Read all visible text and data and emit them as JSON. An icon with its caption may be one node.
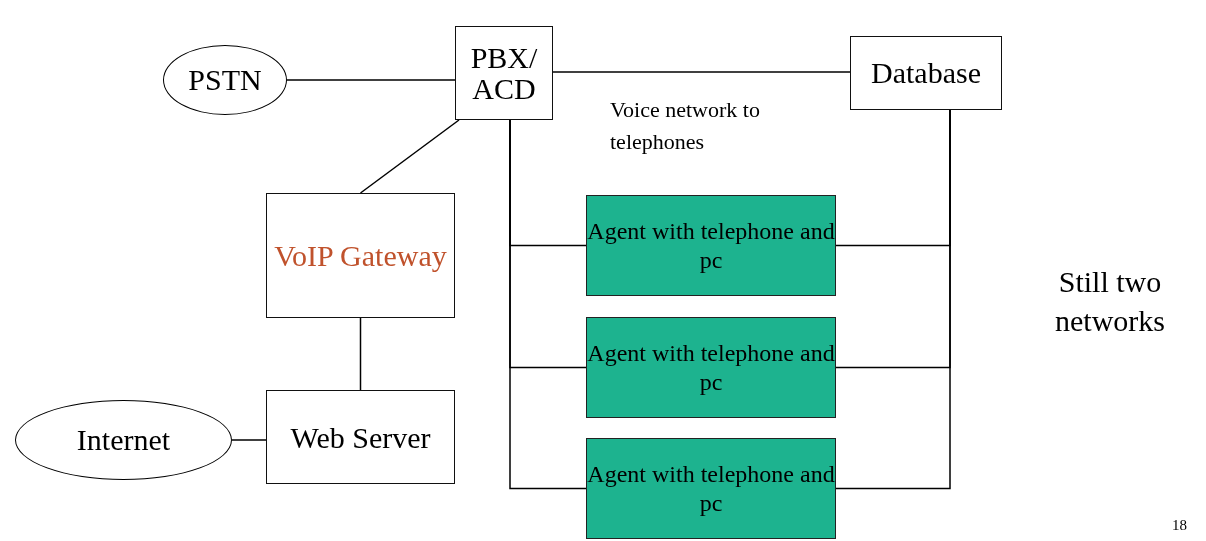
{
  "diagram": {
    "nodes": [
      {
        "text": [
          "PSTN"
        ]
      },
      {
        "text": [
          "PBX/ ACD"
        ]
      },
      {
        "text": [
          "Database"
        ]
      },
      {
        "text": [
          "VoIP Gateway"
        ]
      },
      {
        "text": [
          "Agent with telephone and pc"
        ]
      },
      {
        "text": [
          "Agent with telephone and pc"
        ]
      },
      {
        "text": [
          "Agent with telephone and pc"
        ]
      },
      {
        "text": [
          "Internet"
        ]
      },
      {
        "text": [
          "Web Server"
        ]
      }
    ],
    "edges": [
      {
        "from": 0,
        "to": 1,
        "arrow": "none"
      },
      {
        "from": 1,
        "to": 2,
        "arrow": "none"
      },
      {
        "from": 1,
        "to": 3,
        "arrow": "none"
      },
      {
        "from": 3,
        "to": 8,
        "arrow": "none"
      },
      {
        "from": 7,
        "to": 8,
        "arrow": "none"
      },
      {
        "from": 1,
        "to": 4,
        "arrow": "none"
      },
      {
        "from": 1,
        "to": 5,
        "arrow": "none"
      },
      {
        "from": 1,
        "to": 6,
        "arrow": "none"
      },
      {
        "from": 2,
        "to": 4,
        "arrow": "none"
      },
      {
        "from": 2,
        "to": 5,
        "arrow": "none"
      },
      {
        "from": 2,
        "to": 6,
        "arrow": "none"
      }
    ],
    "labels": [
      "Voice network to telephones",
      "Still two networks",
      "18"
    ]
  }
}
